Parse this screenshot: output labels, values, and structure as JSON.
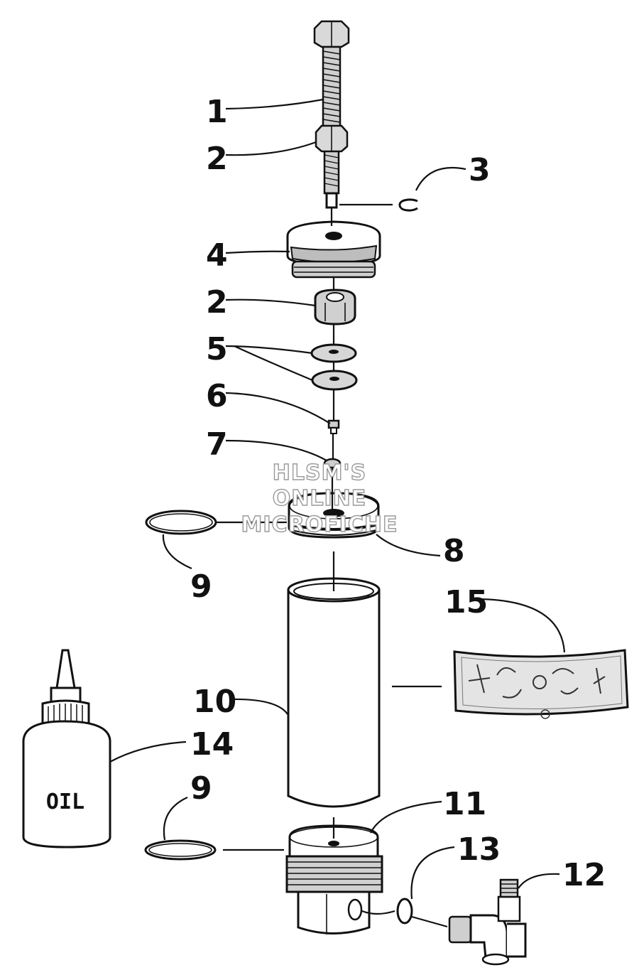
{
  "callouts": {
    "c1": "1",
    "c2a": "2",
    "c3": "3",
    "c4": "4",
    "c2b": "2",
    "c5": "5",
    "c6": "6",
    "c7": "7",
    "c8": "8",
    "c9a": "9",
    "c15": "15",
    "c10": "10",
    "c14": "14",
    "c9b": "9",
    "c11": "11",
    "c13": "13",
    "c12": "12"
  },
  "bottle_label": "OIL",
  "watermark": [
    "HLSM'S",
    "ONLINE",
    "MICROFICHE"
  ],
  "colors": {
    "line": "#111111",
    "background": "#ffffff",
    "watermark_outline": "#9a9a9a"
  }
}
